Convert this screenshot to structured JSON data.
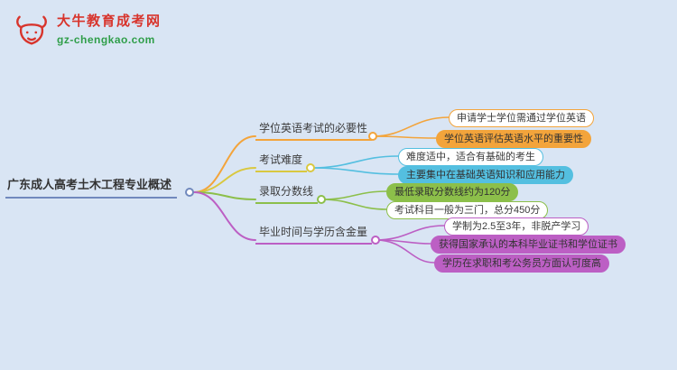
{
  "page": {
    "background": "#d9e5f4"
  },
  "logo": {
    "site_name": "大牛教育成考网",
    "site_url": "gz-chengkao.com",
    "brand_color": "#d8342c",
    "url_color": "#2f9e49"
  },
  "mindmap": {
    "root": {
      "label": "广东成人高考土木工程专业概述",
      "color": "#7189bd"
    },
    "branches": [
      {
        "label": "学位英语考试的必要性",
        "color": "#f3a43b",
        "children": [
          {
            "label": "申请学士学位需通过学位英语",
            "style": "outline",
            "color": "#f3a43b"
          },
          {
            "label": "学位英语评估英语水平的重要性",
            "style": "filled",
            "color": "#f3a43b"
          }
        ]
      },
      {
        "label": "考试难度",
        "color": "#d9c840",
        "children": [
          {
            "label": "难度适中，适合有基础的考生",
            "style": "outline",
            "color": "#54bfe0"
          },
          {
            "label": "主要集中在基础英语知识和应用能力",
            "style": "filled",
            "color": "#54bfe0"
          }
        ]
      },
      {
        "label": "录取分数线",
        "color": "#8cbf4a",
        "children": [
          {
            "label": "最低录取分数线约为120分",
            "style": "filled",
            "color": "#8cbf4a"
          },
          {
            "label": "考试科目一般为三门，总分450分",
            "style": "outline",
            "color": "#8cbf4a"
          }
        ]
      },
      {
        "label": "毕业时间与学历含金量",
        "color": "#bc5fc4",
        "children": [
          {
            "label": "学制为2.5至3年，非脱产学习",
            "style": "outline",
            "color": "#bc5fc4"
          },
          {
            "label": "获得国家承认的本科毕业证书和学位证书",
            "style": "filled",
            "color": "#bc5fc4"
          },
          {
            "label": "学历在求职和考公务员方面认可度高",
            "style": "filled",
            "color": "#bc5fc4"
          }
        ]
      }
    ]
  }
}
